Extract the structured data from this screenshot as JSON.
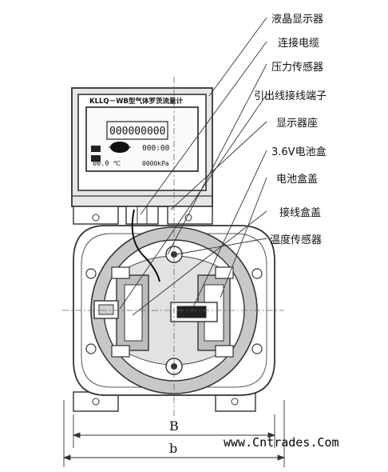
{
  "labels": [
    "液晶显示器",
    "连接电缆",
    "压力传感器",
    "引出线接线端子",
    "显示器座",
    "3.6V电池盒",
    "电池盒盖",
    "接线盒盖",
    "温度传感器"
  ],
  "display": {
    "model": "KLLQ－WB型气体罗茨流量计",
    "counter": "000000000",
    "time": "000:00",
    "temperature": "00.0 ℃",
    "pressure": "0000kPa"
  },
  "dimensions": {
    "outer": "B",
    "inner": "b"
  },
  "watermark": "www.Cntrades.Com",
  "colors": {
    "line": "#333333",
    "shade": "#c8c8c8",
    "panel": "#ffffff",
    "watermark": "#000000"
  }
}
